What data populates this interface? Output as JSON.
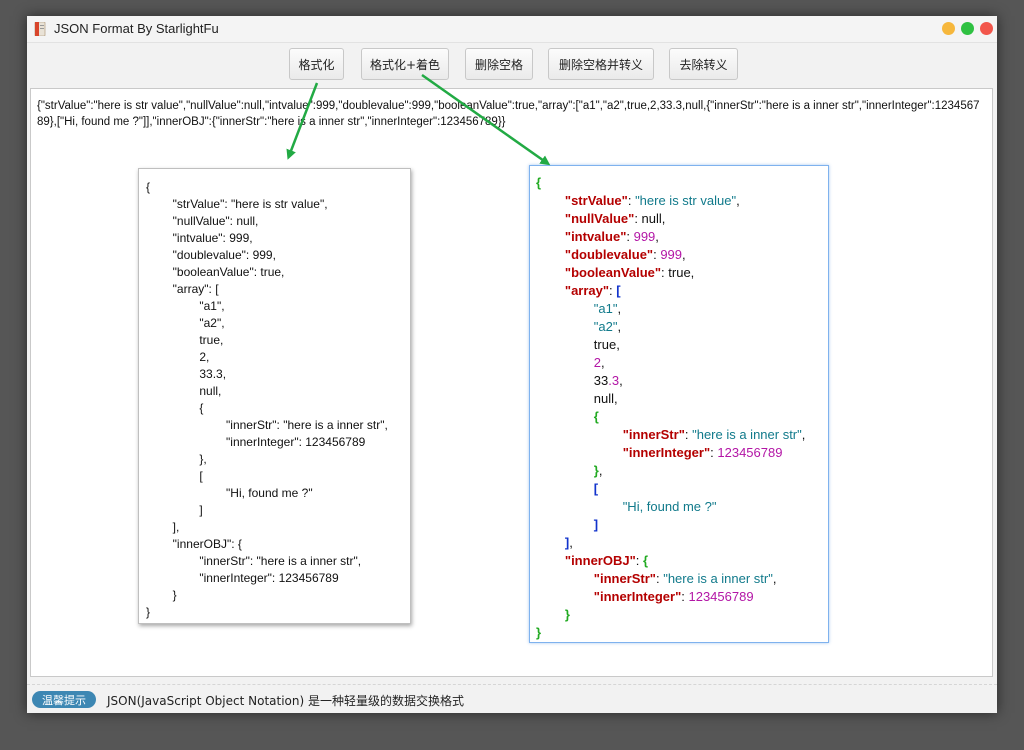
{
  "window": {
    "title": "JSON Format By StarlightFu",
    "accent": "#3d87b3"
  },
  "toolbar": {
    "buttons": [
      "格式化",
      "格式化+着色",
      "删除空格",
      "删除空格并转义",
      "去除转义"
    ]
  },
  "raw_json": "{\"strValue\":\"here is str value\",\"nullValue\":null,\"intvalue\":999,\"doublevalue\":999,\"booleanValue\":true,\"array\":[\"a1\",\"a2\",true,2,33.3,null,{\"innerStr\":\"here is a inner str\",\"innerInteger\":123456789},[\"Hi, found me ?\"]],\"innerOBJ\":{\"innerStr\":\"here is a inner str\",\"innerInteger\":123456789}}",
  "plain_lines": [
    "{",
    "        \"strValue\": \"here is str value\",",
    "        \"nullValue\": null,",
    "        \"intvalue\": 999,",
    "        \"doublevalue\": 999,",
    "        \"booleanValue\": true,",
    "        \"array\": [",
    "                \"a1\",",
    "                \"a2\",",
    "                true,",
    "                2,",
    "                33.3,",
    "                null,",
    "                {",
    "                        \"innerStr\": \"here is a inner str\",",
    "                        \"innerInteger\": 123456789",
    "                },",
    "                [",
    "                        \"Hi, found me ?\"",
    "                ]",
    "        ],",
    "        \"innerOBJ\": {",
    "                \"innerStr\": \"here is a inner str\",",
    "                \"innerInteger\": 123456789",
    "        }",
    "}"
  ],
  "colored_lines": [
    [
      [
        "g",
        "{"
      ]
    ],
    [
      [
        "p",
        "        "
      ],
      [
        "k",
        "\"strValue\""
      ],
      [
        "p",
        ": "
      ],
      [
        "s",
        "\"here is str value\""
      ],
      [
        "p",
        ","
      ]
    ],
    [
      [
        "p",
        "        "
      ],
      [
        "k",
        "\"nullValue\""
      ],
      [
        "p",
        ": null,"
      ]
    ],
    [
      [
        "p",
        "        "
      ],
      [
        "k",
        "\"intvalue\""
      ],
      [
        "p",
        ": "
      ],
      [
        "n",
        "999"
      ],
      [
        "p",
        ","
      ]
    ],
    [
      [
        "p",
        "        "
      ],
      [
        "k",
        "\"doublevalue\""
      ],
      [
        "p",
        ": "
      ],
      [
        "n",
        "999"
      ],
      [
        "p",
        ","
      ]
    ],
    [
      [
        "p",
        "        "
      ],
      [
        "k",
        "\"booleanValue\""
      ],
      [
        "p",
        ": true,"
      ]
    ],
    [
      [
        "p",
        "        "
      ],
      [
        "k",
        "\"array\""
      ],
      [
        "p",
        ": "
      ],
      [
        "b",
        "["
      ]
    ],
    [
      [
        "p",
        "                "
      ],
      [
        "s",
        "\"a1\""
      ],
      [
        "p",
        ","
      ]
    ],
    [
      [
        "p",
        "                "
      ],
      [
        "s",
        "\"a2\""
      ],
      [
        "p",
        ","
      ]
    ],
    [
      [
        "p",
        "                true,"
      ]
    ],
    [
      [
        "p",
        "                "
      ],
      [
        "n",
        "2"
      ],
      [
        "p",
        ","
      ]
    ],
    [
      [
        "p",
        "                33"
      ],
      [
        "n",
        ".3"
      ],
      [
        "p",
        ","
      ]
    ],
    [
      [
        "p",
        "                null,"
      ]
    ],
    [
      [
        "p",
        "                "
      ],
      [
        "g",
        "{"
      ]
    ],
    [
      [
        "p",
        "                        "
      ],
      [
        "k",
        "\"innerStr\""
      ],
      [
        "p",
        ": "
      ],
      [
        "s",
        "\"here is a inner str\""
      ],
      [
        "p",
        ","
      ]
    ],
    [
      [
        "p",
        "                        "
      ],
      [
        "k",
        "\"innerInteger\""
      ],
      [
        "p",
        ": "
      ],
      [
        "n",
        "123456789"
      ]
    ],
    [
      [
        "p",
        "                "
      ],
      [
        "g",
        "}"
      ],
      [
        "p",
        ","
      ]
    ],
    [
      [
        "p",
        "                "
      ],
      [
        "b",
        "["
      ]
    ],
    [
      [
        "p",
        "                        "
      ],
      [
        "s",
        "\"Hi, found me ?\""
      ]
    ],
    [
      [
        "p",
        "                "
      ],
      [
        "b",
        "]"
      ]
    ],
    [
      [
        "p",
        "        "
      ],
      [
        "b",
        "]"
      ],
      [
        "p",
        ","
      ]
    ],
    [
      [
        "p",
        "        "
      ],
      [
        "k",
        "\"innerOBJ\""
      ],
      [
        "p",
        ": "
      ],
      [
        "g",
        "{"
      ]
    ],
    [
      [
        "p",
        "                "
      ],
      [
        "k",
        "\"innerStr\""
      ],
      [
        "p",
        ": "
      ],
      [
        "s",
        "\"here is a inner str\""
      ],
      [
        "p",
        ","
      ]
    ],
    [
      [
        "p",
        "                "
      ],
      [
        "k",
        "\"innerInteger\""
      ],
      [
        "p",
        ": "
      ],
      [
        "n",
        "123456789"
      ]
    ],
    [
      [
        "p",
        "        "
      ],
      [
        "g",
        "}"
      ]
    ],
    [
      [
        "g",
        "}"
      ]
    ]
  ],
  "colors": {
    "key": "#b40000",
    "string": "#117a8b",
    "number": "#b316a6",
    "object_brace": "#22aa22",
    "array_bracket": "#1133cc",
    "arrow": "#22aa44"
  },
  "footer": {
    "badge": "温馨提示",
    "tip": "JSON(JavaScript Object Notation) 是一种轻量级的数据交换格式"
  }
}
